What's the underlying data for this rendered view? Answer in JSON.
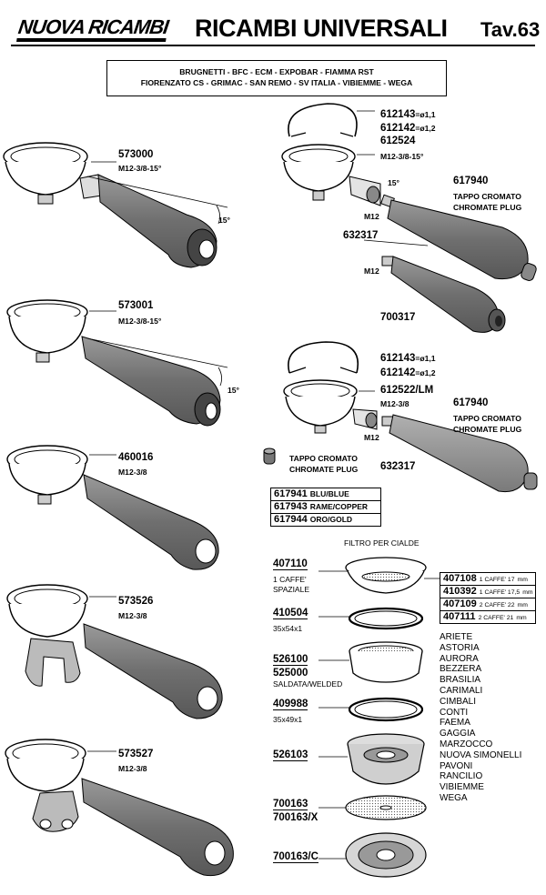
{
  "header": {
    "logo": "NUOVA RICAMBI",
    "title": "RICAMBI UNIVERSALI",
    "table": "Tav.63"
  },
  "brands": {
    "line1": "BRUGNETTI - BFC - ECM - EXPOBAR - FIAMMA RST",
    "line2": "FIORENZATO CS - GRIMAC - SAN REMO - SV ITALIA - VIBIEMME - WEGA"
  },
  "left_parts": [
    {
      "code": "573000",
      "spec": "M12-3/8-15°",
      "angle": "15°"
    },
    {
      "code": "573001",
      "spec": "M12-3/8-15°",
      "angle": "15°"
    },
    {
      "code": "460016",
      "spec": "M12-3/8"
    },
    {
      "code": "573526",
      "spec": "M12-3/8"
    },
    {
      "code": "573527",
      "spec": "M12-3/8"
    }
  ],
  "right_top": {
    "spring_a": {
      "code": "612143",
      "suffix": "=ø1,1"
    },
    "spring_b": {
      "code": "612142",
      "suffix": "=ø1,2"
    },
    "holder": {
      "code": "612524",
      "spec": "M12-3/8-15°",
      "angle": "15°",
      "thread": "M12"
    },
    "plug": {
      "code": "617940",
      "label1": "TAPPO CROMATO",
      "label2": "CHROMATE PLUG"
    },
    "handle_a": {
      "code": "632317",
      "thread": "M12"
    },
    "handle_b": {
      "code": "700317"
    }
  },
  "right_mid": {
    "spring_a": {
      "code": "612143",
      "suffix": "=ø1,1"
    },
    "spring_b": {
      "code": "612142",
      "suffix": "=ø1,2"
    },
    "holder": {
      "code": "612522/LM",
      "spec": "M12-3/8",
      "thread": "M12"
    },
    "plug": {
      "code": "617940",
      "label1": "TAPPO CROMATO",
      "label2": "CHROMATE PLUG"
    },
    "handle": {
      "code": "632317"
    }
  },
  "plug_box": {
    "label1": "TAPPO CROMATO",
    "label2": "CHROMATE PLUG",
    "rows": [
      {
        "code": "617941",
        "label": "BLU/BLUE"
      },
      {
        "code": "617943",
        "label": "RAME/COPPER"
      },
      {
        "code": "617944",
        "label": "ORO/GOLD"
      }
    ]
  },
  "filters": {
    "heading": "FILTRO PER CIALDE",
    "p407110": {
      "code": "407110",
      "line1": "1 CAFFE'",
      "line2": "SPAZIALE"
    },
    "table": [
      {
        "code": "407108",
        "note": "1 CAFFE' 17",
        "unit": "mm"
      },
      {
        "code": "410392",
        "note": "1 CAFFE' 17,5",
        "unit": "mm"
      },
      {
        "code": "407109",
        "note": "2 CAFFE' 22",
        "unit": "mm"
      },
      {
        "code": "407111",
        "note": "2 CAFFE' 21",
        "unit": "mm"
      }
    ],
    "p410504": {
      "code": "410504",
      "size": "35x54x1"
    },
    "p526100": {
      "code": "526100"
    },
    "p525000": {
      "code": "525000",
      "label": "SALDATA/WELDED"
    },
    "p409988": {
      "code": "409988",
      "size": "35x49x1"
    },
    "p526103": {
      "code": "526103"
    },
    "p700163": {
      "code": "700163"
    },
    "p700163x": {
      "code": "700163/X"
    },
    "p700163c": {
      "code": "700163/C"
    },
    "compatible": [
      "ARIETE",
      "ASTORIA",
      "AURORA",
      "BEZZERA",
      "BRASILIA",
      "CARIMALI",
      "CIMBALI",
      "CONTI",
      "FAEMA",
      "GAGGIA",
      "MARZOCCO",
      "NUOVA SIMONELLI",
      "PAVONI",
      "RANCILIO",
      "VIBIEMME",
      "WEGA"
    ]
  }
}
